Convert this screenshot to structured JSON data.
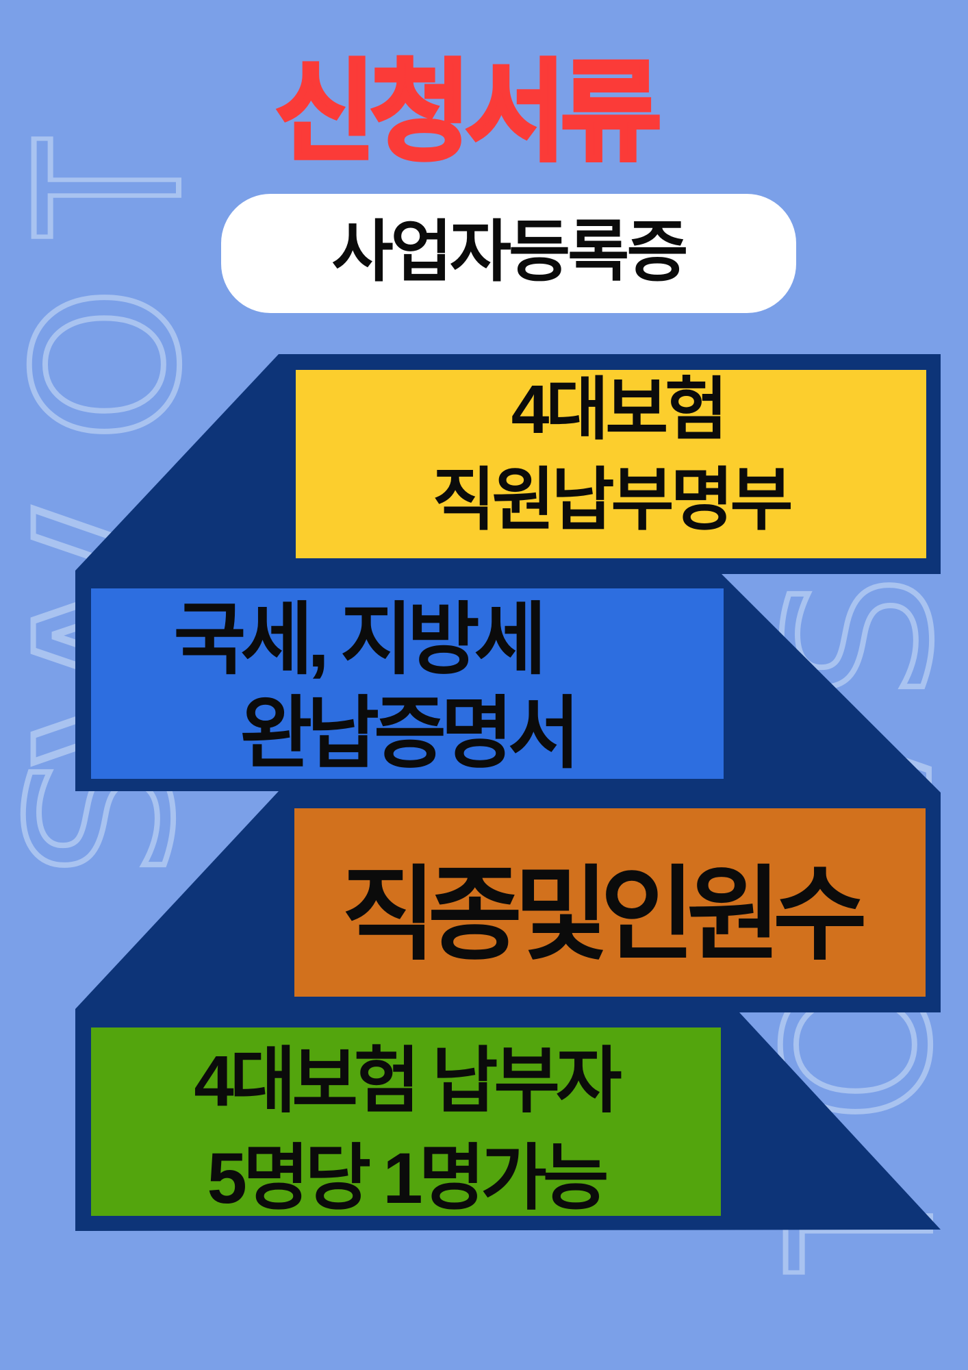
{
  "title": "신청서류",
  "pill_label": "사업자등록증",
  "boxes": {
    "insurance_roster": {
      "line1": "4대보험",
      "line2": "직원납부명부"
    },
    "tax_certificate": {
      "line1": "국세, 지방세",
      "line2": "완납증명서"
    },
    "job_headcount": {
      "line1": "직종및인원수"
    },
    "eligibility": {
      "line1": "4대보험 납부자",
      "line2": "5명당 1명가능"
    }
  },
  "background_letters": {
    "l1": "T",
    "l2": "O",
    "l3": "W",
    "l4": "S",
    "r1": "S",
    "r2": "W",
    "r3": "O",
    "r4": "T"
  },
  "colors": {
    "background": "#7BA0E8",
    "ribbon": "#0D3478",
    "title_red": "#FB3B38",
    "yellow": "#FCCE2D",
    "blue": "#2D6EE0",
    "orange": "#D2711D",
    "green": "#53A50D",
    "pill_white": "#FFFFFF",
    "letter_outline": "#A9C3F0"
  }
}
